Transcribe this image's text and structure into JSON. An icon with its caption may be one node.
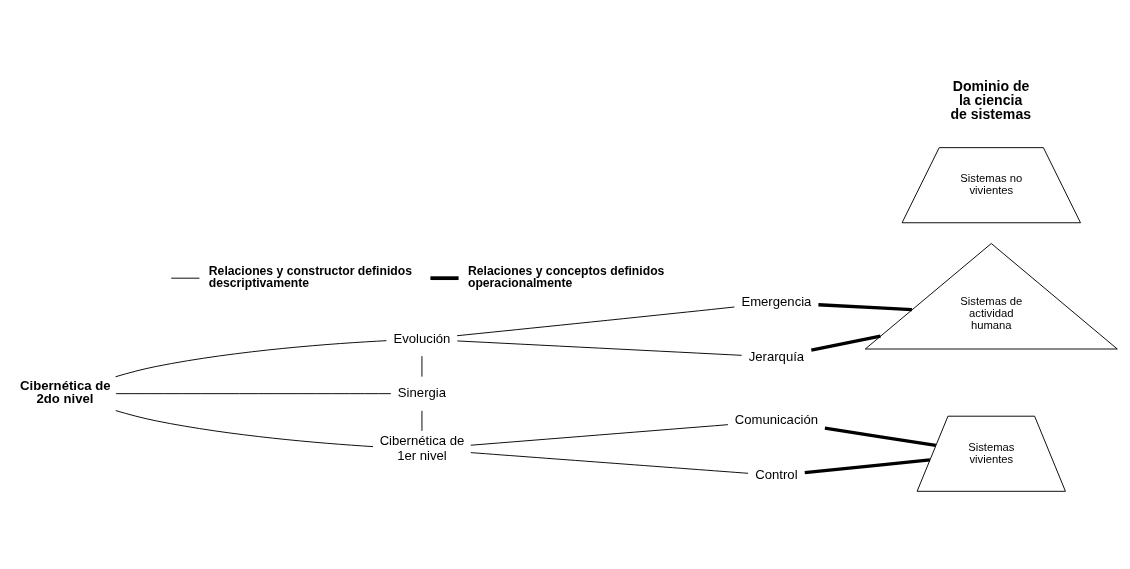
{
  "diagram": {
    "nodes": [
      {
        "text": [
          "Cibernética de 2do nivel"
        ]
      },
      {
        "text": [
          "Evolución"
        ]
      },
      {
        "text": [
          "Sinergia"
        ]
      },
      {
        "text": [
          "Cibernética de 1er nivel"
        ]
      },
      {
        "text": [
          "Emergencia"
        ]
      },
      {
        "text": [
          "Jerarquía"
        ]
      },
      {
        "text": [
          "Comunicación"
        ]
      },
      {
        "text": [
          "Control"
        ]
      },
      {
        "text": [
          "Sistemas de actividad humana"
        ]
      },
      {
        "text": [
          "Sistemas vivientes"
        ]
      },
      {
        "text": [
          "Sistemas no vivientes"
        ]
      }
    ],
    "edges": [
      {
        "from": 0,
        "to": 1,
        "arrow": "none"
      },
      {
        "from": 0,
        "to": 2,
        "arrow": "none"
      },
      {
        "from": 0,
        "to": 3,
        "arrow": "none"
      },
      {
        "from": 1,
        "to": 2,
        "arrow": "none"
      },
      {
        "from": 2,
        "to": 3,
        "arrow": "none"
      },
      {
        "from": 1,
        "to": 4,
        "arrow": "none"
      },
      {
        "from": 1,
        "to": 5,
        "arrow": "none"
      },
      {
        "from": 3,
        "to": 6,
        "arrow": "none"
      },
      {
        "from": 3,
        "to": 7,
        "arrow": "none"
      },
      {
        "from": 4,
        "to": 8,
        "arrow": "none",
        "style": "thick"
      },
      {
        "from": 5,
        "to": 8,
        "arrow": "none",
        "style": "thick"
      },
      {
        "from": 6,
        "to": 9,
        "arrow": "none",
        "style": "thick"
      },
      {
        "from": 7,
        "to": 9,
        "arrow": "none",
        "style": "thick"
      }
    ],
    "labels": [
      "Dominio de la ciencia de sistemas"
    ],
    "legend": [
      {
        "text": "Relaciones y constructor definidos descriptivamente"
      },
      {
        "text": "Relaciones y conceptos definidos operacionalmente"
      }
    ]
  }
}
